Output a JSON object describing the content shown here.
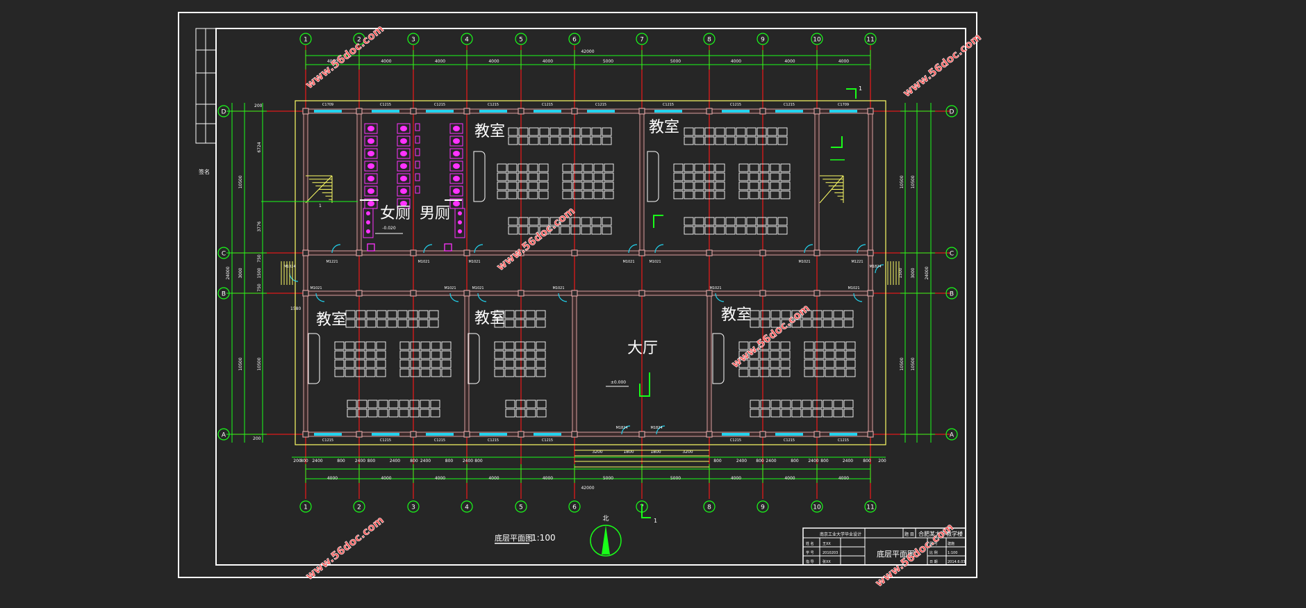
{
  "watermark": "www.56doc.com",
  "rooms": {
    "classroom": "教室",
    "female_toilet": "女厕",
    "male_toilet": "男厕",
    "hall": "大厅"
  },
  "axes": {
    "columns": [
      "1",
      "2",
      "3",
      "4",
      "5",
      "6",
      "7",
      "8",
      "9",
      "10",
      "11"
    ],
    "rows": [
      "D",
      "C",
      "B",
      "A"
    ]
  },
  "dimensions": {
    "top_bays": [
      "4000",
      "4000",
      "4000",
      "4000",
      "4000",
      "5000",
      "5000",
      "4000",
      "4000",
      "4000"
    ],
    "top_total": "42000",
    "bottom_bays": [
      "4000",
      "4000",
      "4000",
      "4000",
      "4000",
      "5000",
      "5000",
      "4000",
      "4000",
      "4000"
    ],
    "bottom_total": "42000",
    "left_spans": [
      "10500",
      "3000",
      "10500"
    ],
    "left_total": "24000",
    "right_spans": [
      "10500",
      "3000",
      "10500"
    ],
    "right_total": "24000",
    "inner_left": [
      "6724",
      "3776"
    ],
    "corridor": [
      "750",
      "1500",
      "750"
    ],
    "bottom_segments": [
      "800",
      "2400",
      "800",
      "2400",
      "800",
      "2400",
      "800",
      "2400",
      "800",
      "2400",
      "800"
    ],
    "entry": [
      "3200",
      "1800",
      "1800",
      "3200"
    ],
    "edge": "200",
    "stair_note": "1580"
  },
  "windows": {
    "top": [
      "C1709",
      "C1215",
      "C1215",
      "C1215",
      "C1215",
      "C1215",
      "C1215",
      "C1215",
      "C1215",
      "C1709"
    ],
    "bottom": [
      "C1215",
      "C1215",
      "C1215",
      "C1215",
      "C1215",
      "C1215",
      "C1215",
      "C1215"
    ]
  },
  "doors": {
    "upper": [
      "M1221",
      "M1021",
      "M1021",
      "M1021",
      "M1021",
      "M1021",
      "M1221"
    ],
    "lower": [
      "M1021",
      "M1021",
      "M1021",
      "M1021",
      "M1021",
      "M1021"
    ],
    "side": [
      "M1824",
      "M1824"
    ],
    "entrance": [
      "M1824",
      "M1824"
    ]
  },
  "levels": {
    "toilet": "-0.020",
    "hall": "±0.000"
  },
  "section_mark": "1",
  "drawing_title": "底层平面图",
  "drawing_scale": "1:100",
  "north_label": "北",
  "title_block": {
    "school": "南京工业大学毕业设计",
    "project_label": "题 目",
    "project": "合肥某大学教学楼",
    "sheet": "底层平面图",
    "row_labels": [
      "姓 名",
      "学 号",
      "指 导"
    ],
    "row_values": [
      "王XX",
      "2010203",
      "张XX"
    ],
    "right_labels": [
      "图 号",
      "比 例",
      "日 期"
    ],
    "right_values": [
      "建施",
      "1:100",
      "2014.6.03"
    ]
  },
  "left_strip": "签名"
}
